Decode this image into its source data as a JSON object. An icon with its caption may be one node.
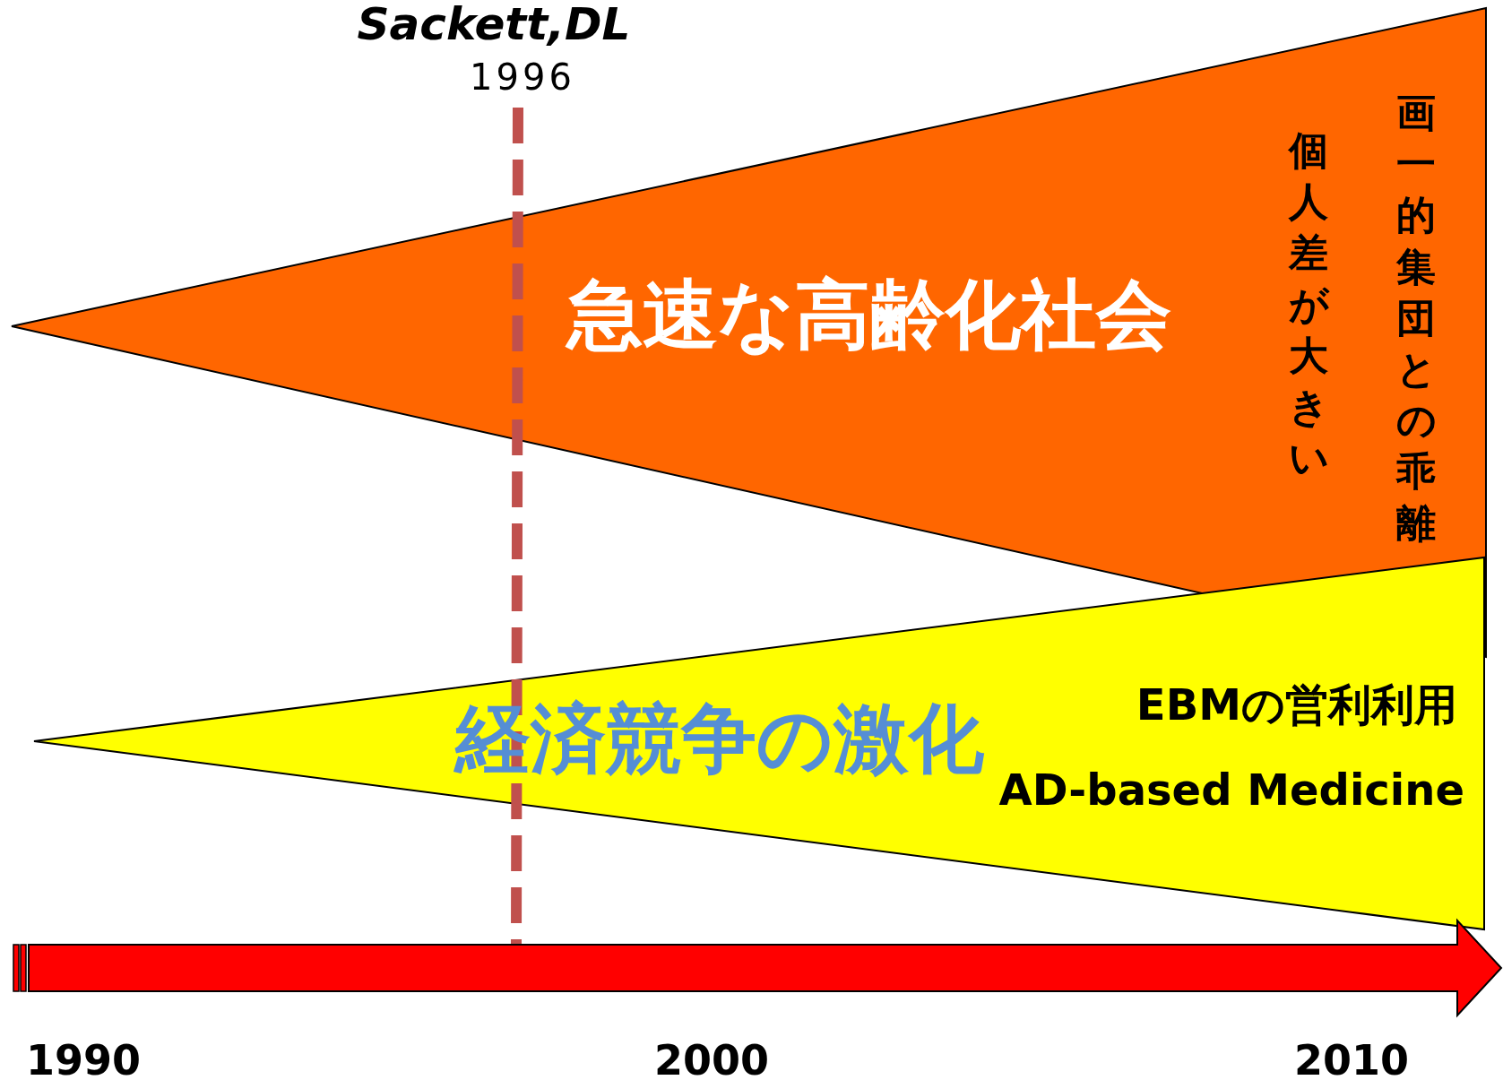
{
  "diagram": {
    "nodes": [
      {
        "text": [
          "急速な高齢化社会",
          "個人差が大きい",
          "画一的集団との乖離"
        ]
      },
      {
        "text": [
          "経済競争の激化",
          "EBMの営利利用",
          "AD-based Medicine"
        ]
      }
    ],
    "labels": [
      "Sackett,DL",
      "1996",
      "1990",
      "2000",
      "2010"
    ]
  }
}
